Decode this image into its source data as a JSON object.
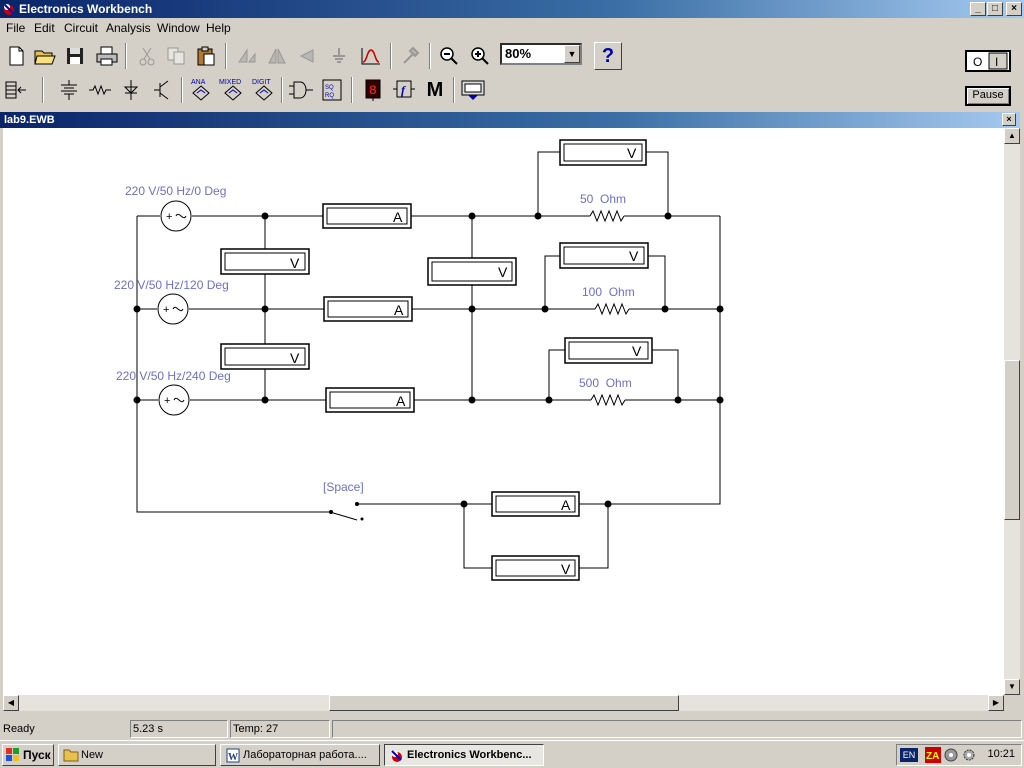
{
  "app": {
    "title": "Electronics Workbench"
  },
  "menu": [
    "File",
    "Edit",
    "Circuit",
    "Analysis",
    "Window",
    "Help"
  ],
  "toolbar": {
    "zoom": "80%",
    "help": "?",
    "pause": "Pause"
  },
  "component_bins": {
    "ana": "ANA",
    "mixed": "MIXED",
    "digit": "DIGIT",
    "misc": "M"
  },
  "document": {
    "title": "lab9.EWB"
  },
  "circuit": {
    "sources": [
      "220 V/50 Hz/0 Deg",
      "220 V/50 Hz/120 Deg",
      "220 V/50 Hz/240 Deg"
    ],
    "resistors": [
      "50  Ohm",
      "100  Ohm",
      "500  Ohm"
    ],
    "switch_key": "[Space]",
    "voltmeter": "V",
    "ammeter": "A"
  },
  "status": {
    "state": "Ready",
    "time": "5.23 s",
    "temp": "Temp:  27"
  },
  "taskbar": {
    "start": "Пуск",
    "tasks": [
      "New",
      "Лабораторная работа....",
      "Electronics Workbenc..."
    ],
    "lang": "EN",
    "clock": "10:21"
  },
  "colors": {
    "title_gradient_start": "#0a246a",
    "label_color": "#6e6ecc"
  }
}
